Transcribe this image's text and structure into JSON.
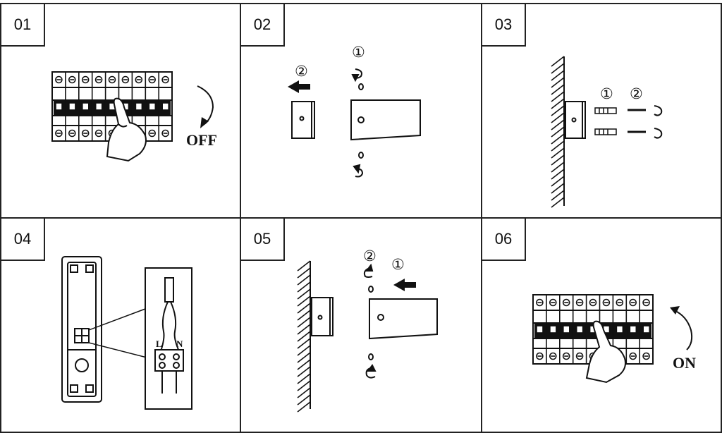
{
  "steps": [
    {
      "number": "01",
      "label": "OFF"
    },
    {
      "number": "02",
      "markers": [
        "①",
        "②"
      ]
    },
    {
      "number": "03",
      "markers": [
        "①",
        "②"
      ]
    },
    {
      "number": "04",
      "terminals": [
        "L",
        "N"
      ]
    },
    {
      "number": "05",
      "markers": [
        "②",
        "①"
      ]
    },
    {
      "number": "06",
      "label": "ON"
    }
  ]
}
